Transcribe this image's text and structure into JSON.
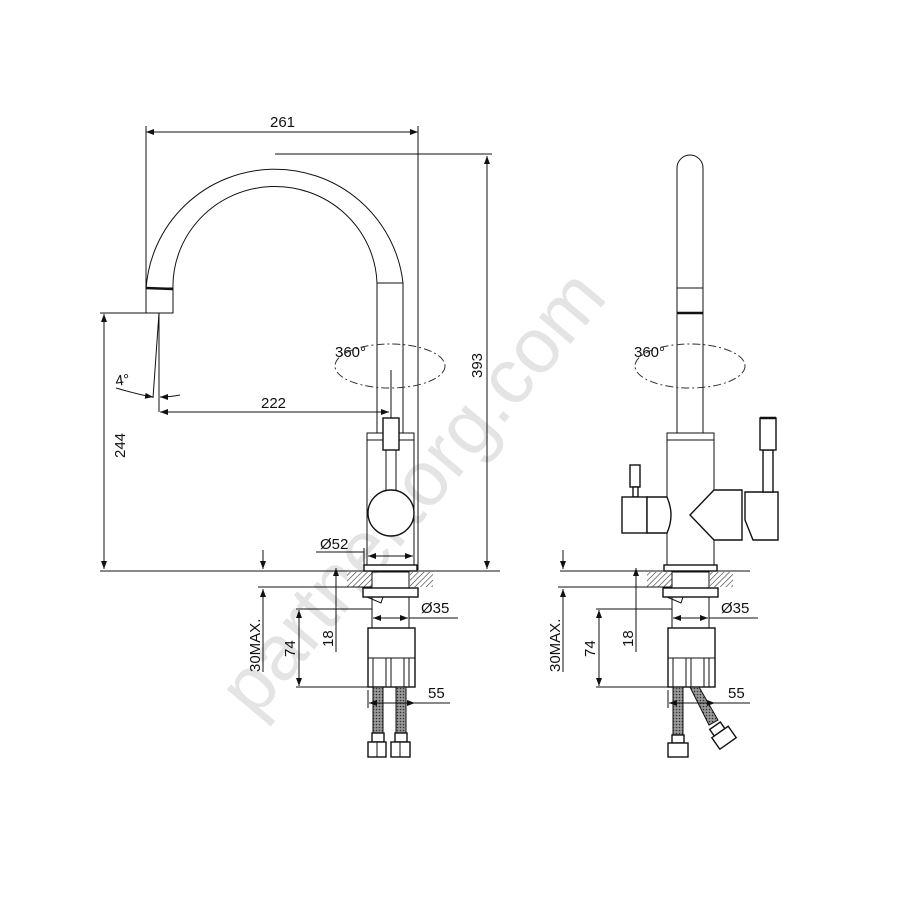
{
  "watermark": "partnertorg.com",
  "side_view": {
    "width_total": "261",
    "height_total": "393",
    "spout_height": "244",
    "spout_reach": "222",
    "angle": "4°",
    "rotation": "360°",
    "base_diameter": "Ø52",
    "pipe_diameter": "Ø35",
    "counter_max": "30MAX.",
    "shank_length": "74",
    "nut_offset": "18",
    "hose_spacing": "55"
  },
  "front_view": {
    "rotation": "360°",
    "pipe_diameter": "Ø35",
    "counter_max": "30MAX.",
    "shank_length": "74",
    "nut_offset": "18",
    "hose_spacing": "55"
  }
}
